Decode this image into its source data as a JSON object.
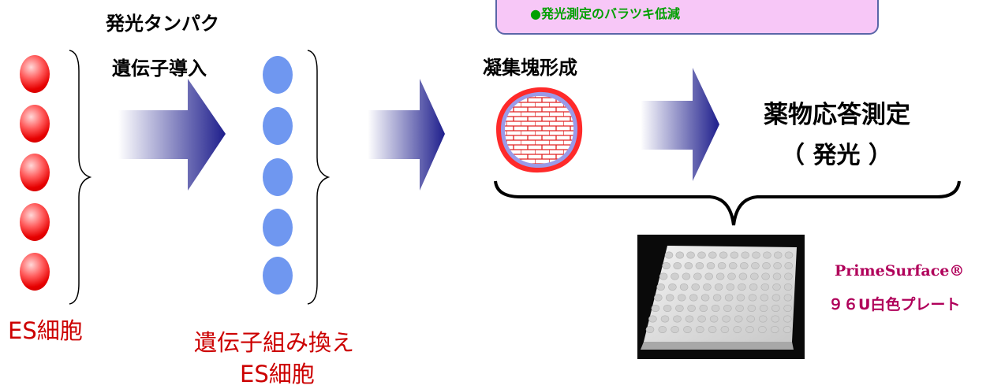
{
  "callout": {
    "text": "●発光測定のバラツキ低減"
  },
  "labels": {
    "transfect_line1": "発光タンパク",
    "transfect_line2": "遺伝子導入",
    "es_cells": "ES細胞",
    "recombinant_line1": "遺伝子組み換え",
    "recombinant_line2": "ES細胞",
    "aggregate": "凝集塊形成",
    "drug_response": "薬物応答測定",
    "luminescence": "（ 発光 ）",
    "plate_name": "PrimeSurface®",
    "plate_type": "９６U白色プレート"
  },
  "colors": {
    "es_cell": "#e60000",
    "recombinant_cell": "#6f97f0",
    "arrow": "#1e1e8c",
    "red_text": "#cc0000",
    "callout_bg": "#f7c7f7",
    "callout_text": "#00a000",
    "plate_text": "#b0005a"
  }
}
